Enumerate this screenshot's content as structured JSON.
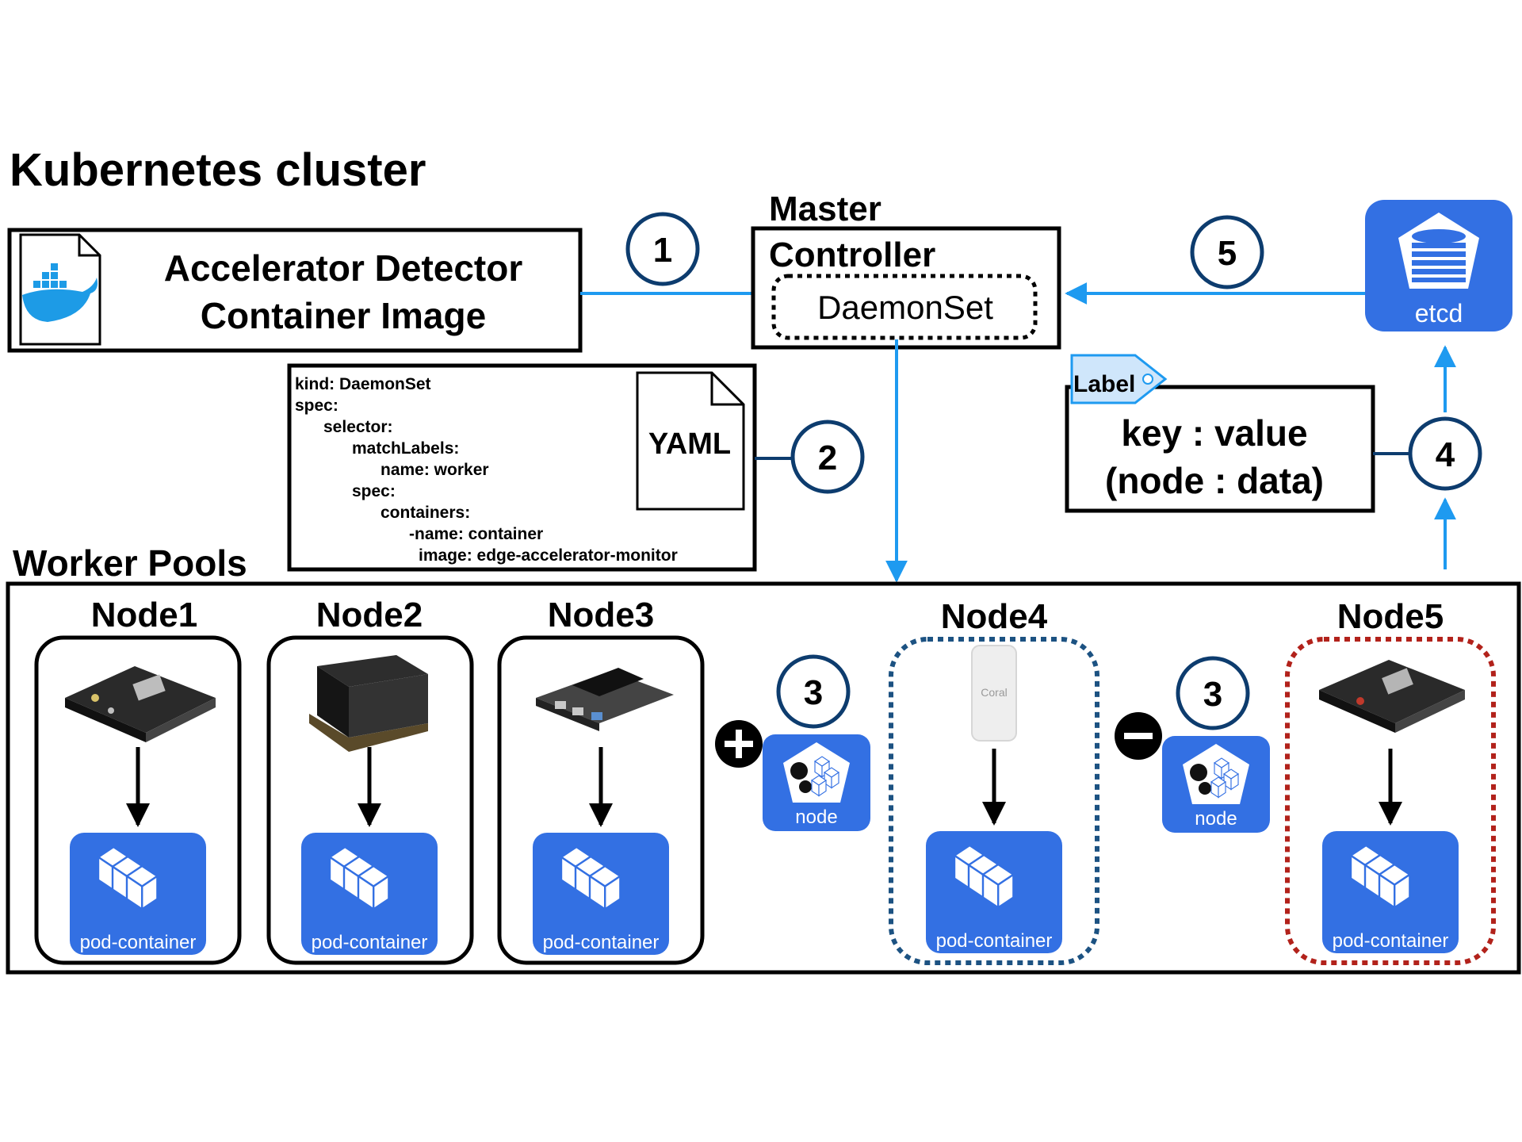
{
  "title": "Kubernetes cluster",
  "image_box": {
    "line1": "Accelerator Detector",
    "line2": "Container Image"
  },
  "master": {
    "label": "Master",
    "controller": "Controller",
    "daemonset": "DaemonSet"
  },
  "yaml": {
    "lines": [
      "kind: DaemonSet",
      "spec:",
      "selector:",
      "matchLabels:",
      "name: worker",
      "spec:",
      "containers:",
      "-name: container",
      "image: edge-accelerator-monitor"
    ],
    "file_label": "YAML"
  },
  "label_box": {
    "tag": "Label",
    "line1": "key : value",
    "line2": "(node : data)"
  },
  "etcd": {
    "label": "etcd"
  },
  "steps": {
    "s1": "1",
    "s2": "2",
    "s3a": "3",
    "s3b": "3",
    "s4": "4",
    "s5": "5"
  },
  "worker_pools": "Worker Pools",
  "nodes": [
    {
      "name": "Node1",
      "pod": "pod-container"
    },
    {
      "name": "Node2",
      "pod": "pod-container"
    },
    {
      "name": "Node3",
      "pod": "pod-container"
    },
    {
      "name": "Node4",
      "pod": "pod-container",
      "device_text": "Coral"
    },
    {
      "name": "Node5",
      "pod": "pod-container"
    }
  ],
  "node_icon_label": "node",
  "colors": {
    "blue": "#3370e3",
    "arrow": "#1e9af0",
    "circle": "#0d3c6e",
    "node4_border": "#1c5282",
    "node5_border": "#b2221b"
  },
  "icons": [
    "docker-icon",
    "document-icon",
    "etcd-icon",
    "pod-container-icon",
    "node-icon",
    "plus-icon",
    "minus-icon",
    "label-tag-icon"
  ]
}
